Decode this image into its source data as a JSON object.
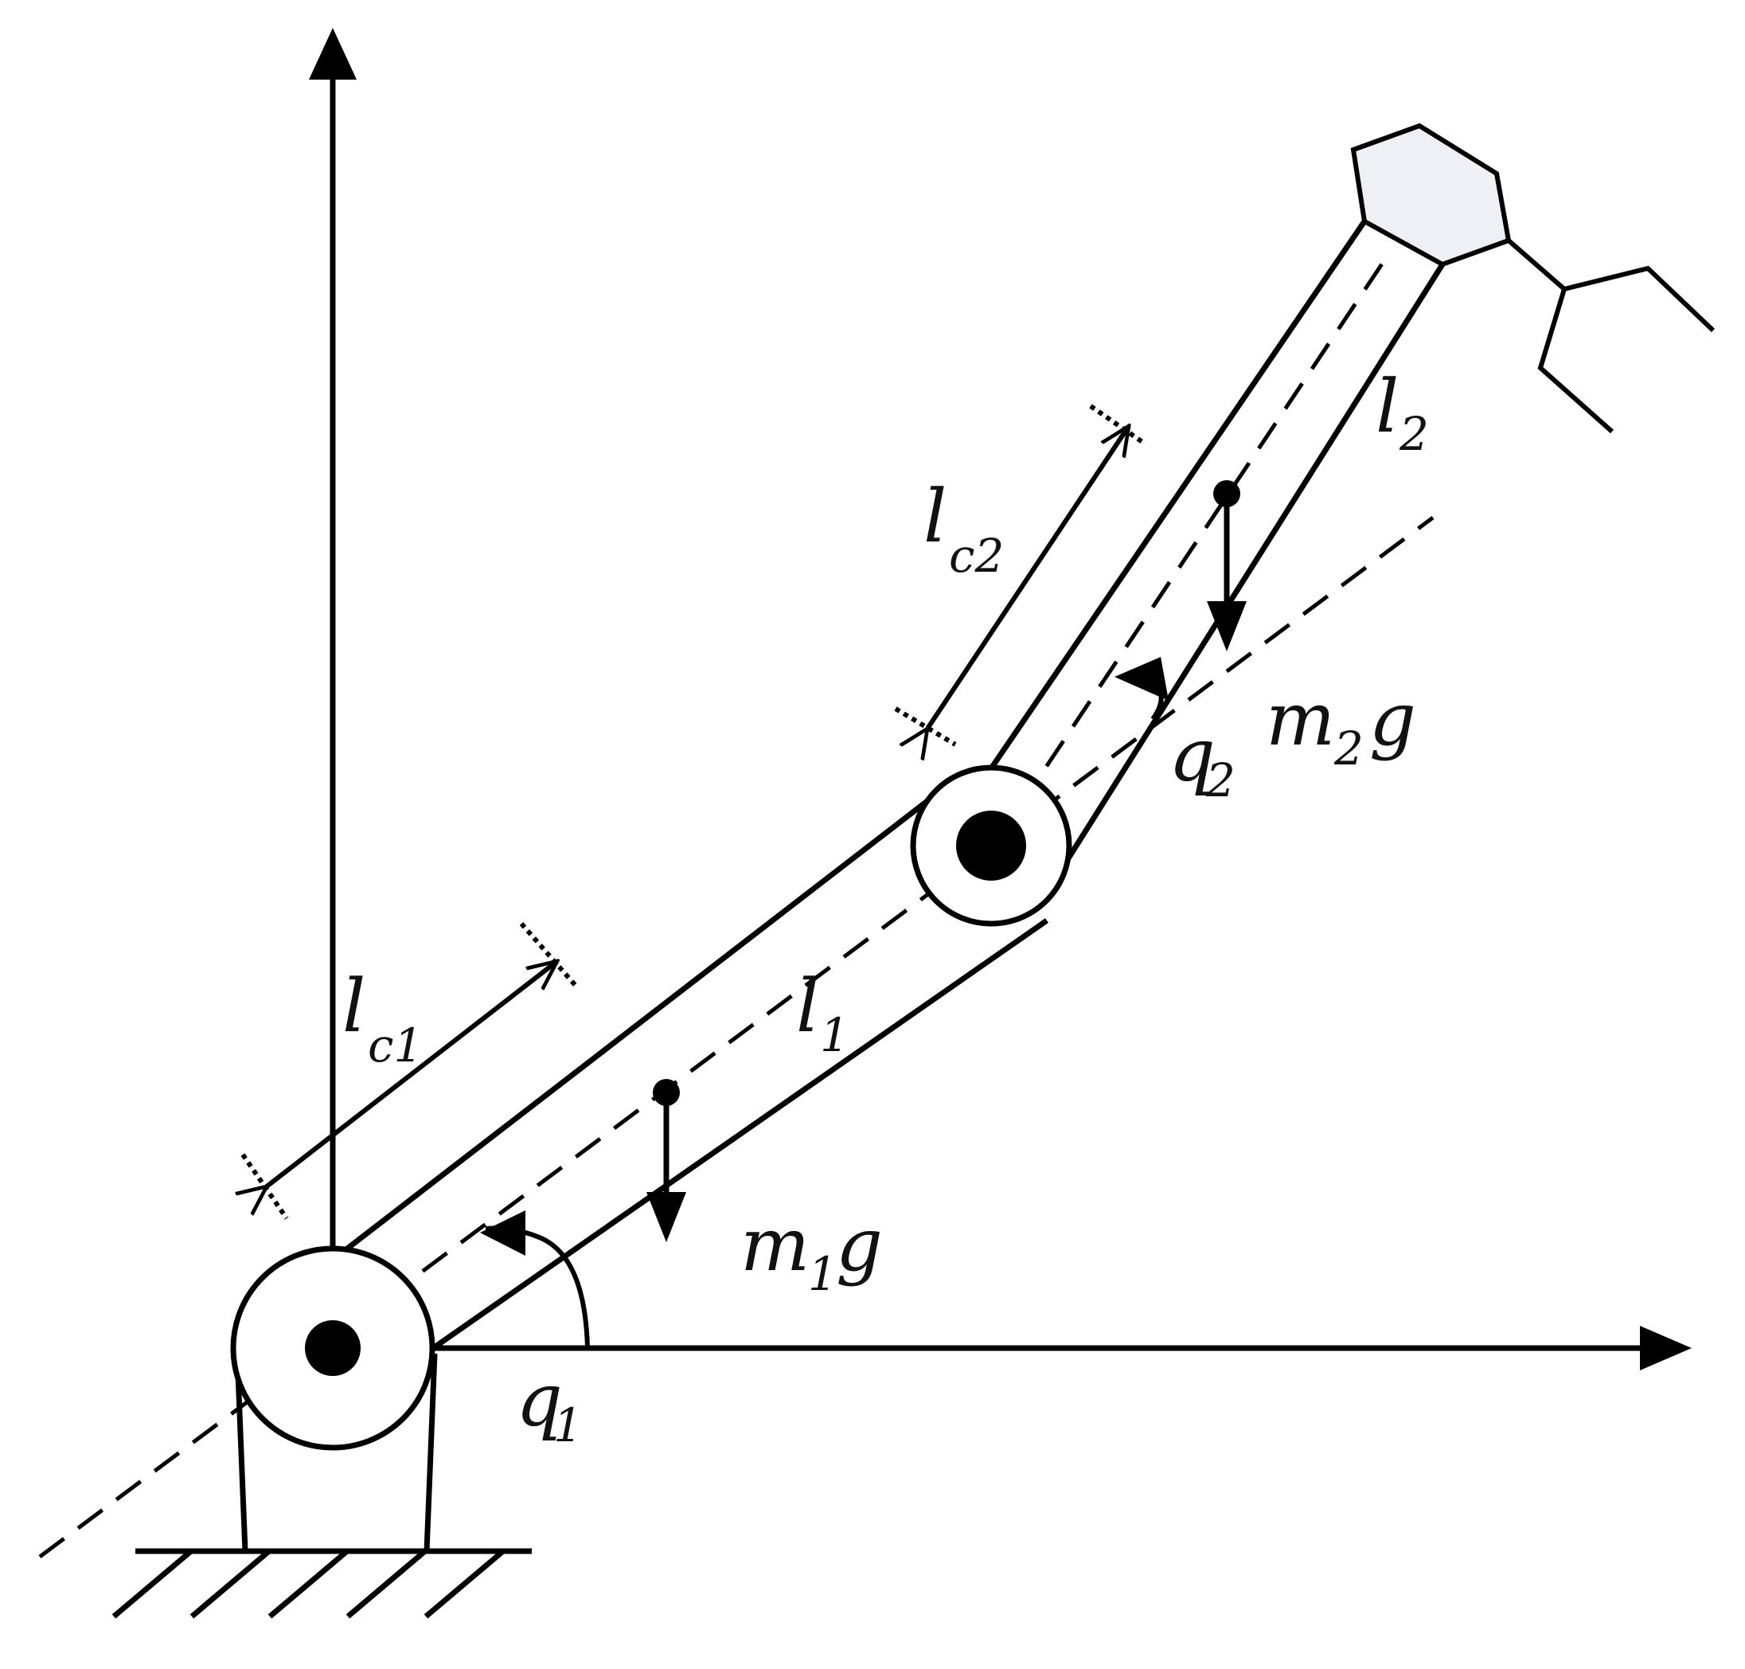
{
  "labels": {
    "lc1": {
      "main": "l",
      "sub": "c1"
    },
    "l1": {
      "main": "l",
      "sub": "1"
    },
    "lc2": {
      "main": "l",
      "sub": "c2"
    },
    "l2": {
      "main": "l",
      "sub": "2"
    },
    "q1": {
      "main": "q",
      "sub": "1"
    },
    "q2": {
      "main": "q",
      "sub": "2"
    },
    "m1g": {
      "main": "m",
      "sub": "1",
      "tail": "g"
    },
    "m2g": {
      "main": "m",
      "sub": "2",
      "tail": "g"
    }
  },
  "colors": {
    "ink": "#000000",
    "gripper_fill": "#eef0f6"
  }
}
